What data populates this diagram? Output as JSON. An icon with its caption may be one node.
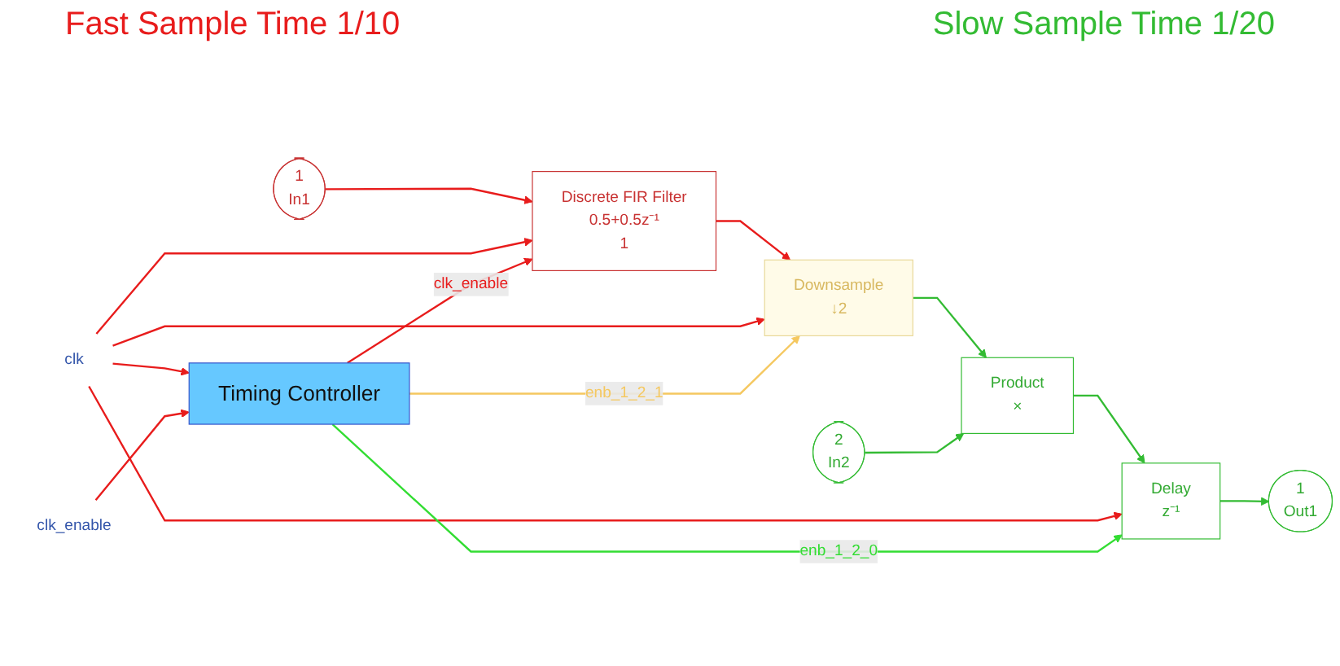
{
  "diagram": {
    "nodes": [
      {
        "text": [
          "1",
          "In1"
        ]
      },
      {
        "text": [
          "Discrete FIR Filter",
          "0.5+0.5z⁻¹",
          "1"
        ]
      },
      {
        "text": [
          "Downsample",
          "↓2"
        ]
      },
      {
        "text": [
          "Product",
          "×"
        ]
      },
      {
        "text": [
          "Delay",
          "z⁻¹"
        ]
      },
      {
        "text": [
          "1",
          "Out1"
        ]
      },
      {
        "text": [
          "2",
          "In2"
        ]
      },
      {
        "text": [
          "Timing Controller"
        ]
      },
      {
        "text": [
          "clk"
        ]
      },
      {
        "text": [
          "clk_enable"
        ]
      }
    ],
    "edges": [
      {
        "from": 0,
        "to": 1,
        "arrow": "to"
      },
      {
        "from": 1,
        "to": 2,
        "arrow": "to"
      },
      {
        "from": 2,
        "to": 3,
        "arrow": "to",
        "color": "#33bb33"
      },
      {
        "from": 6,
        "to": 3,
        "arrow": "to",
        "color": "#33bb33"
      },
      {
        "from": 3,
        "to": 4,
        "arrow": "to",
        "color": "#33bb33"
      },
      {
        "from": 4,
        "to": 5,
        "arrow": "to",
        "color": "#33bb33"
      },
      {
        "from": 8,
        "to": 7,
        "arrow": "to"
      },
      {
        "from": 8,
        "to": 1,
        "arrow": "to"
      },
      {
        "from": 8,
        "to": 2,
        "arrow": "to"
      },
      {
        "from": 8,
        "to": 4,
        "arrow": "to"
      },
      {
        "from": 9,
        "to": 7,
        "arrow": "to"
      },
      {
        "from": 7,
        "to": 1,
        "label": "clk_enable",
        "arrow": "to"
      },
      {
        "from": 7,
        "to": 2,
        "label": "enb_1_2_1",
        "arrow": "to",
        "color": "#f5c860"
      },
      {
        "from": 7,
        "to": 4,
        "label": "enb_1_2_0",
        "arrow": "to",
        "color": "#33dd33"
      }
    ],
    "labels": [
      "Fast Sample Time 1/10",
      "Slow Sample Time 1/20"
    ]
  }
}
